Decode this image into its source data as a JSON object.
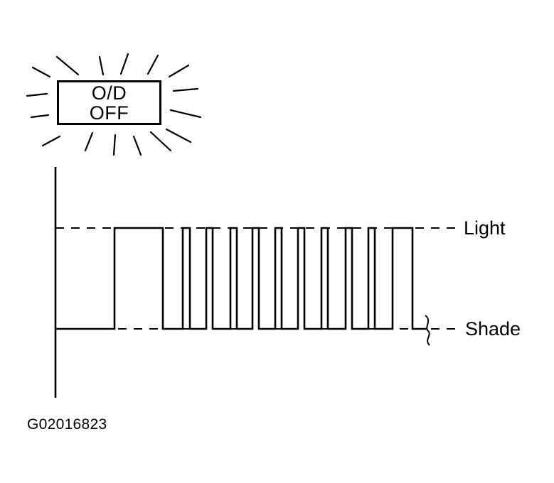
{
  "indicator": {
    "line1": "O/D",
    "line2": "OFF",
    "state": "flashing"
  },
  "waveform": {
    "levels": {
      "high": "Light",
      "low": "Shade"
    },
    "pattern": [
      "low",
      "high",
      "low",
      "high-pulse",
      "high-pulse",
      "high-pulse",
      "high-pulse",
      "high-pulse",
      "high-pulse",
      "high-pulse",
      "high-pulse",
      "high-pulse",
      "high-pulse",
      "low"
    ]
  },
  "figure_code": "G02016823",
  "colors": {
    "line": "#000000",
    "background": "#ffffff"
  }
}
